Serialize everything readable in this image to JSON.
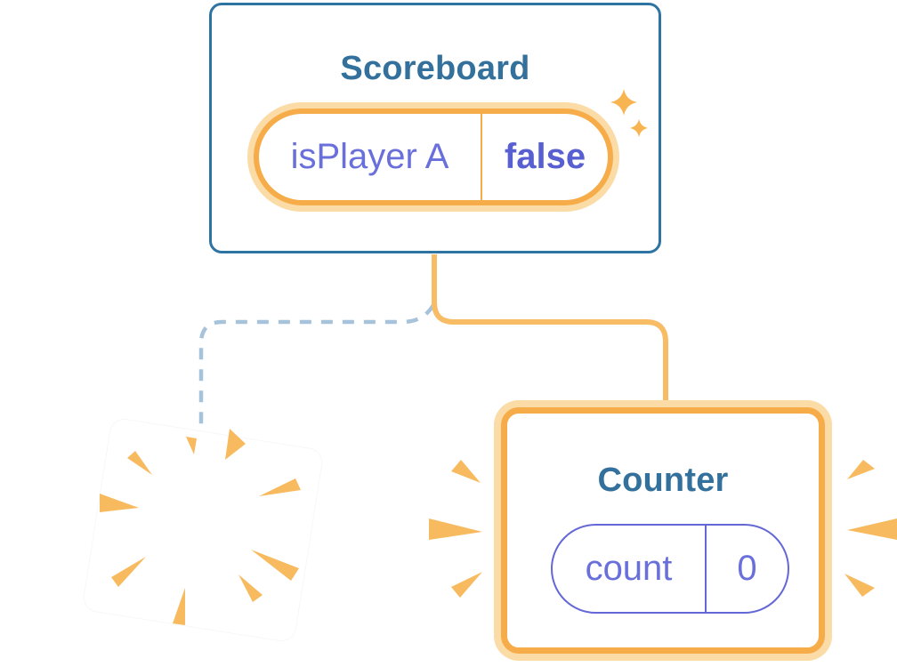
{
  "diagram": {
    "scoreboard": {
      "title": "Scoreboard",
      "state": {
        "key": "isPlayer A",
        "value": "false"
      }
    },
    "counter": {
      "title": "Counter",
      "state": {
        "key": "count",
        "value": "0"
      }
    }
  },
  "icons": {
    "sparkles": "sparkles-icon",
    "poof_burst": "poof-burst-icon",
    "emphasis_burst": "emphasis-burst-icon"
  },
  "colors": {
    "card-border-blue": "#2E74A2",
    "title-blue": "#33719C",
    "purple-regular": "#6A70DB",
    "purple-bold": "#585FD1",
    "purple-border": "#6368D6",
    "orange-border": "#F6AC48",
    "orange-halo": "#FBDBA6",
    "orange-connector": "#F8BC64",
    "orange-burst": "#F8BA5E",
    "sparkle-orange": "#F8B451",
    "dash-blue": "#A7C3DB",
    "background": "#FFFFFF"
  }
}
